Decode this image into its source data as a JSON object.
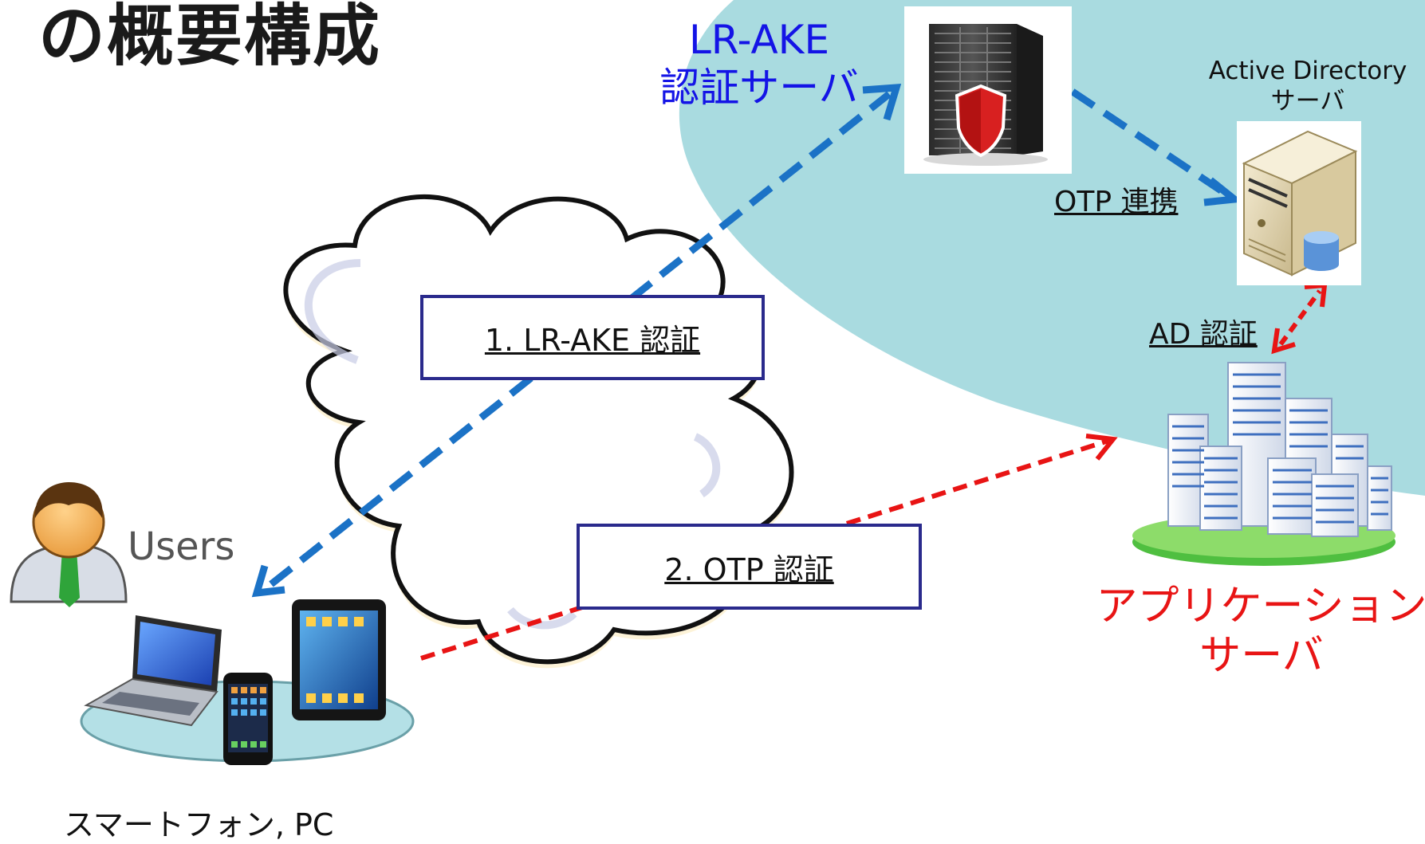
{
  "title": "の概要構成",
  "nodes": {
    "lrake_server": {
      "line1": "LR-AKE",
      "line2": "認証サーバ"
    },
    "ad_server": {
      "line1": "Active Directory",
      "line2": "サーバ"
    },
    "users": {
      "label": "Users"
    },
    "devices": {
      "label": "スマートフォン, PC"
    },
    "app_server": {
      "line1": "アプリケーション",
      "line2": "サーバ"
    }
  },
  "links": {
    "otp_link": "OTP 連携",
    "ad_auth": "AD 認証"
  },
  "steps": [
    {
      "label": "1. LR-AKE 認証"
    },
    {
      "label": "2. OTP 認証"
    }
  ],
  "colors": {
    "blue_arrow": "#1b72c6",
    "red_arrow": "#e81414",
    "zone": "#a9dbe0",
    "lrake_text": "#1414e6",
    "app_text": "#e81414",
    "box_border": "#2a2a8c"
  }
}
